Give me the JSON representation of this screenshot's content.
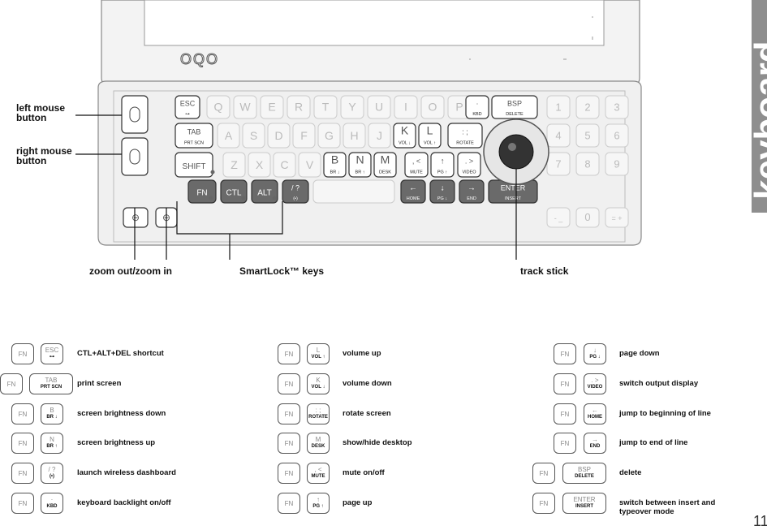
{
  "side_tab": {
    "label": "keyboard"
  },
  "device": {
    "logo": "OQO",
    "key_rows": {
      "letters_row1": [
        "Q",
        "W",
        "E",
        "R",
        "T",
        "Y",
        "U",
        "I",
        "O",
        "P"
      ],
      "letters_row2": [
        "A",
        "S",
        "D",
        "F",
        "G",
        "H",
        "J",
        "K",
        "L"
      ],
      "letters_row3": [
        "Z",
        "X",
        "C",
        "V",
        "B",
        "N",
        "M"
      ],
      "numbers": [
        "1",
        "2",
        "3",
        "4",
        "5",
        "6",
        "7",
        "8",
        "9",
        "0"
      ]
    },
    "keys": {
      "esc": "ESC",
      "bsp": "BSP",
      "bsp_sub": "DELETE",
      "tab": "TAB",
      "tab_sub": "PRT SCN",
      "shift": "SHIFT",
      "fn": "FN",
      "ctl": "CTL",
      "alt": "ALT",
      "enter": "ENTER",
      "enter_sub": "INSERT",
      "kbd_sub": "KBD",
      "rotate_sub": "ROTATE",
      "k_sub": "VOL ↓",
      "l_sub": "VOL ↑",
      "b_sub": "BR ↓",
      "n_sub": "BR ↑",
      "m_sub": "DESK",
      "mute_sub": "MUTE",
      "pgup_sub": "PG ↑",
      "video_sub": "VIDEO",
      "home_sub": "HOME",
      "pgdn_sub": "PG ↓",
      "end_sub": "END"
    }
  },
  "callouts": {
    "left_mouse": "left mouse button",
    "right_mouse": "right mouse button",
    "zoom": "zoom out/zoom in",
    "smartlock": "SmartLock™ keys",
    "trackstick": "track stick"
  },
  "legend": {
    "col1": [
      {
        "fn": "FN",
        "key": "ESC",
        "sub": "⊶",
        "desc": "CTL+ALT+DEL shortcut"
      },
      {
        "fn": "FN",
        "key": "TAB",
        "sub": "PRT SCN",
        "desc": "print screen"
      },
      {
        "fn": "FN",
        "key": "B",
        "sub": "BR ↓",
        "desc": "screen brightness down"
      },
      {
        "fn": "FN",
        "key": "N",
        "sub": "BR ↑",
        "desc": "screen brightness up"
      },
      {
        "fn": "FN",
        "key": "/ ?",
        "sub": "(•)",
        "desc": "launch wireless dashboard"
      },
      {
        "fn": "FN",
        "key": "·",
        "sub": "KBD",
        "desc": "keyboard backlight on/off"
      }
    ],
    "col2": [
      {
        "fn": "FN",
        "key": "L",
        "sub": "VOL ↑",
        "desc": "volume up"
      },
      {
        "fn": "FN",
        "key": "K",
        "sub": "VOL ↓",
        "desc": "volume down"
      },
      {
        "fn": "FN",
        "key": ": ;",
        "sub": "ROTATE",
        "desc": "rotate screen"
      },
      {
        "fn": "FN",
        "key": "M",
        "sub": "DESK",
        "desc": "show/hide desktop"
      },
      {
        "fn": "FN",
        "key": ", <",
        "sub": "MUTE",
        "desc": "mute on/off"
      },
      {
        "fn": "FN",
        "key": "↑",
        "sub": "PG ↑",
        "desc": "page up"
      }
    ],
    "col3": [
      {
        "fn": "FN",
        "key": "↓",
        "sub": "PG ↓",
        "desc": "page down"
      },
      {
        "fn": "FN",
        "key": ". >",
        "sub": "VIDEO",
        "desc": "switch output display"
      },
      {
        "fn": "FN",
        "key": "←",
        "sub": "HOME",
        "desc": "jump to beginning of line"
      },
      {
        "fn": "FN",
        "key": "→",
        "sub": "END",
        "desc": "jump to end of line"
      },
      {
        "fn": "FN",
        "key": "BSP",
        "sub": "DELETE",
        "desc": "delete"
      },
      {
        "fn": "FN",
        "key": "ENTER",
        "sub": "INSERT",
        "desc": "switch between insert and typeover mode"
      }
    ]
  },
  "page_number": "11"
}
